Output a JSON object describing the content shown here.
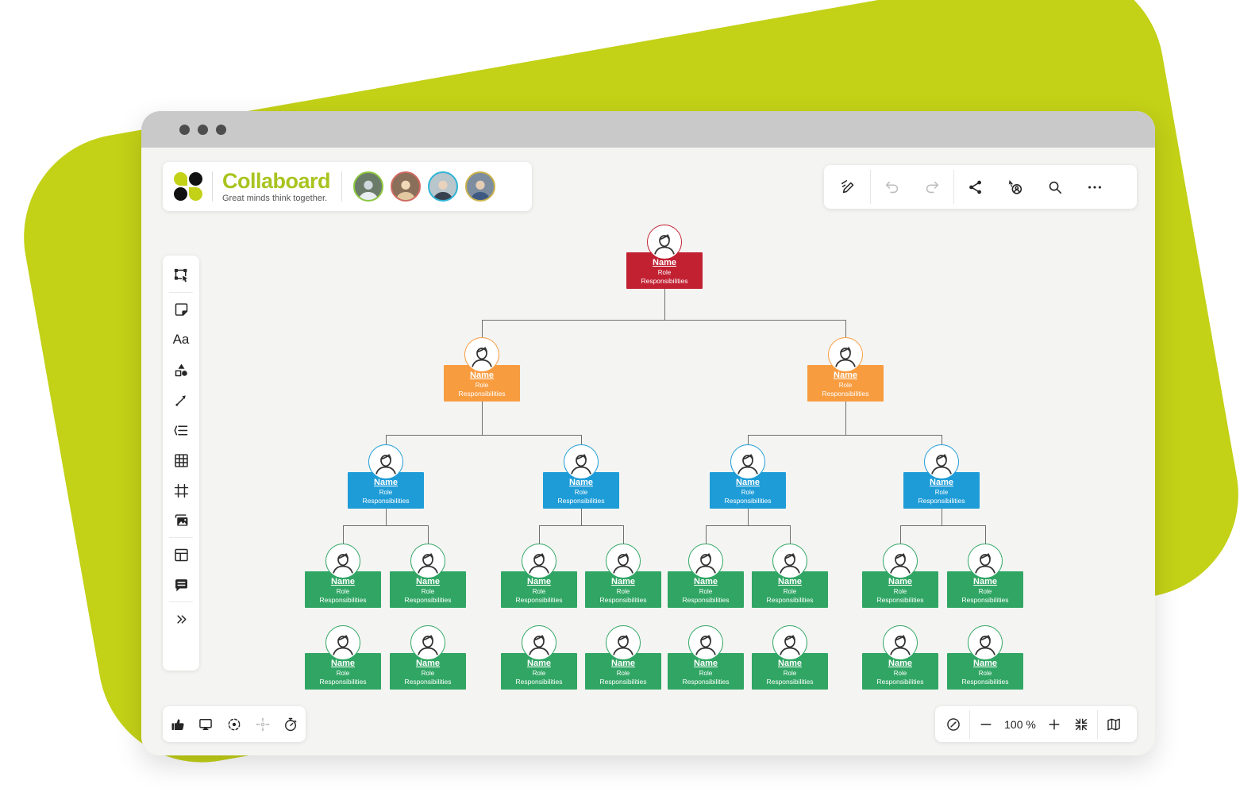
{
  "theme": {
    "lime": "#C3D117",
    "brand_text": "#A9C41F",
    "canvas": "#F4F4F2",
    "titlebar": "#C9C9C9"
  },
  "brand": {
    "name": "Collaboard",
    "tagline": "Great minds think together."
  },
  "collaborators": [
    {
      "ring": "#8CC63F"
    },
    {
      "ring": "#D06A60"
    },
    {
      "ring": "#2FB5D6"
    },
    {
      "ring": "#C9B24B"
    }
  ],
  "toolbar_top": {
    "items": [
      "draw",
      "undo",
      "redo",
      "share",
      "follow-presenter",
      "search",
      "more"
    ]
  },
  "sidebar": {
    "text_tool_label": "Aa",
    "items": [
      "select",
      "sticky-note",
      "text",
      "shapes",
      "connector",
      "outline-list",
      "table",
      "frame",
      "media",
      "layout-template",
      "comment",
      "expand"
    ]
  },
  "toolbar_bottom_left": {
    "items": [
      "reactions",
      "present",
      "focus",
      "move",
      "timer"
    ]
  },
  "zoom_controls": {
    "level": "100 %",
    "items": [
      "navigator",
      "zoom-out",
      "zoom-in",
      "fit-to-screen",
      "minimap"
    ]
  },
  "org_chart": {
    "node_label": {
      "name": "Name",
      "role": "Role",
      "responsibilities": "Responsibilities"
    },
    "levels": [
      {
        "level": 1,
        "color": "#C22132",
        "count": 1
      },
      {
        "level": 2,
        "color": "#F89C40",
        "count": 2
      },
      {
        "level": 3,
        "color": "#1E9CD7",
        "count": 4
      },
      {
        "level": 4,
        "color": "#31A664",
        "count": 16
      }
    ]
  }
}
